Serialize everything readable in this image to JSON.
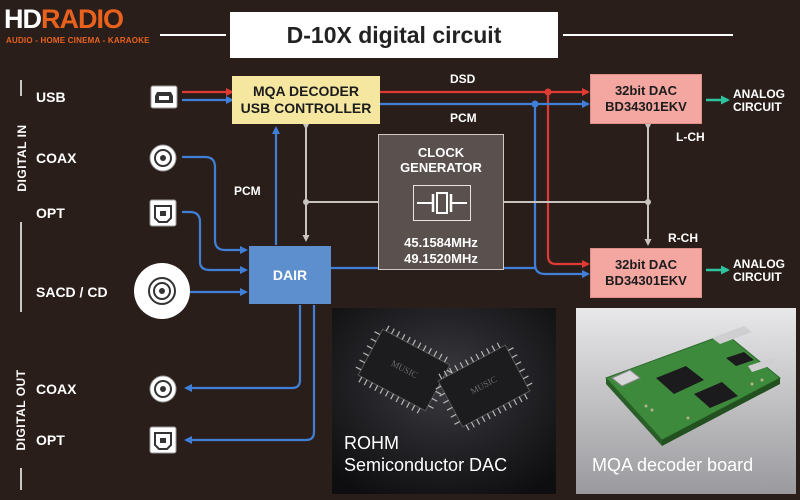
{
  "logo": {
    "hd": "HD",
    "radio": "RADIO",
    "tagline": "AUDIO - HOME CINEMA - KARAOKE"
  },
  "title": "D-10X digital circuit",
  "sections": {
    "digital_in": "DIGITAL IN",
    "digital_out": "DIGITAL OUT"
  },
  "inputs": {
    "usb": "USB",
    "coax": "COAX",
    "opt": "OPT",
    "sacd": "SACD / CD"
  },
  "outputs": {
    "coax": "COAX",
    "opt": "OPT"
  },
  "blocks": {
    "mqa_decoder": {
      "line1": "MQA DECODER",
      "line2": "USB CONTROLLER"
    },
    "dair": "DAIR",
    "clock": {
      "line1": "CLOCK",
      "line2": "GENERATOR",
      "freq1": "45.1584MHz",
      "freq2": "49.1520MHz"
    },
    "dac_top": {
      "line1": "32bit DAC",
      "line2": "BD34301EKV"
    },
    "dac_bottom": {
      "line1": "32bit DAC",
      "line2": "BD34301EKV"
    }
  },
  "wire_labels": {
    "dsd": "DSD",
    "pcm_top": "PCM",
    "pcm_left": "PCM",
    "lch": "L-CH",
    "rch": "R-CH"
  },
  "analog_out": {
    "line1": "ANALOG",
    "line2": "CIRCUIT"
  },
  "captions": {
    "dac_photo_line1": "ROHM",
    "dac_photo_line2": "Semiconductor DAC",
    "board_photo": "MQA decoder board"
  },
  "chip_marking": "MUSIC",
  "colors": {
    "background": "#2a1e1b",
    "pcm_wire": "#3f7fd8",
    "dsd_wire": "#e03a35",
    "control_wire": "#c8c3bf",
    "analog_arrow": "#2fc4a0",
    "logo_accent": "#e8621e"
  }
}
